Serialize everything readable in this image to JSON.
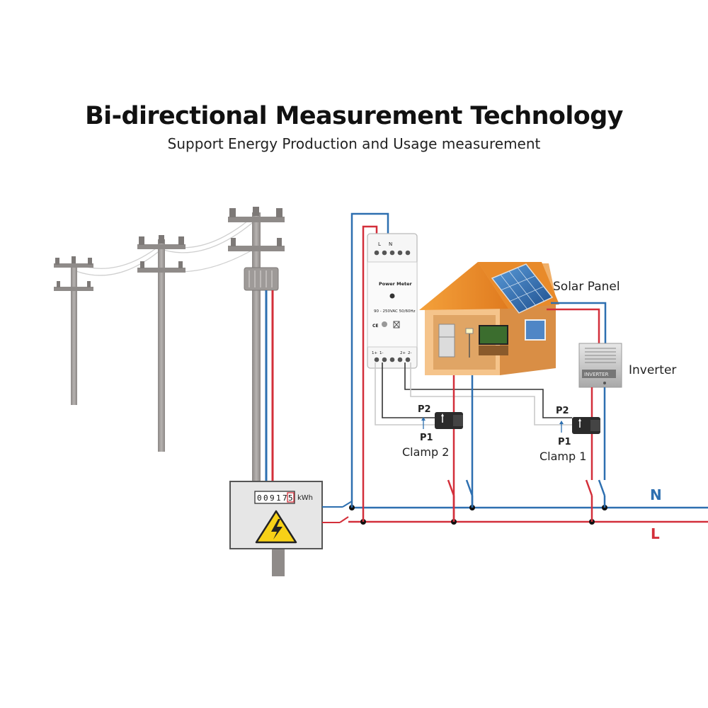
{
  "header": {
    "title": "Bi-directional Measurement Technology",
    "subtitle": "Support Energy Production and Usage measurement"
  },
  "meter": {
    "name": "Power Meter",
    "spec": "90 - 250VAC 50/60Hz",
    "top_terminals": [
      "L",
      "N"
    ],
    "bottom_terminals": [
      "1+",
      "1-",
      "2+",
      "2-"
    ],
    "cert": "CE"
  },
  "utility_meter": {
    "reading": [
      "0",
      "0",
      "9",
      "1",
      "7",
      "5"
    ],
    "unit": "kWh"
  },
  "house": {
    "solar_label": "Solar Panel"
  },
  "inverter": {
    "label": "Inverter",
    "plate": "INVERTER"
  },
  "clamps": [
    {
      "name": "Clamp 2",
      "p2": "P2",
      "p1": "P1"
    },
    {
      "name": "Clamp 1",
      "p2": "P2",
      "p1": "P1"
    }
  ],
  "lines": {
    "neutral": "N",
    "live": "L"
  },
  "colors": {
    "neutral": "#2d6fb0",
    "live": "#d32f3a",
    "signal": "#333333",
    "pole": "#9a9694"
  }
}
